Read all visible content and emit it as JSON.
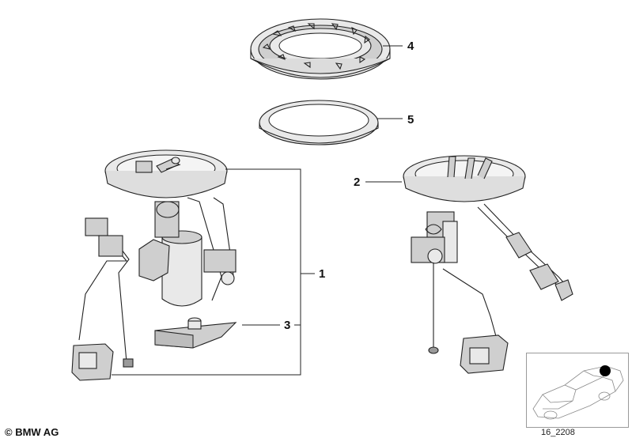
{
  "callouts": [
    {
      "id": "1",
      "label": "1"
    },
    {
      "id": "2",
      "label": "2"
    },
    {
      "id": "3",
      "label": "3"
    },
    {
      "id": "4",
      "label": "4"
    },
    {
      "id": "5",
      "label": "5"
    }
  ],
  "footer": {
    "copyright": "© BMW AG",
    "reference_code": "16_2208"
  },
  "colors": {
    "line": "#222222",
    "fill_light": "#e9e9e9",
    "fill_mid": "#cfcfcf",
    "fill_dark": "#9a9a9a",
    "marker": "#000000"
  }
}
